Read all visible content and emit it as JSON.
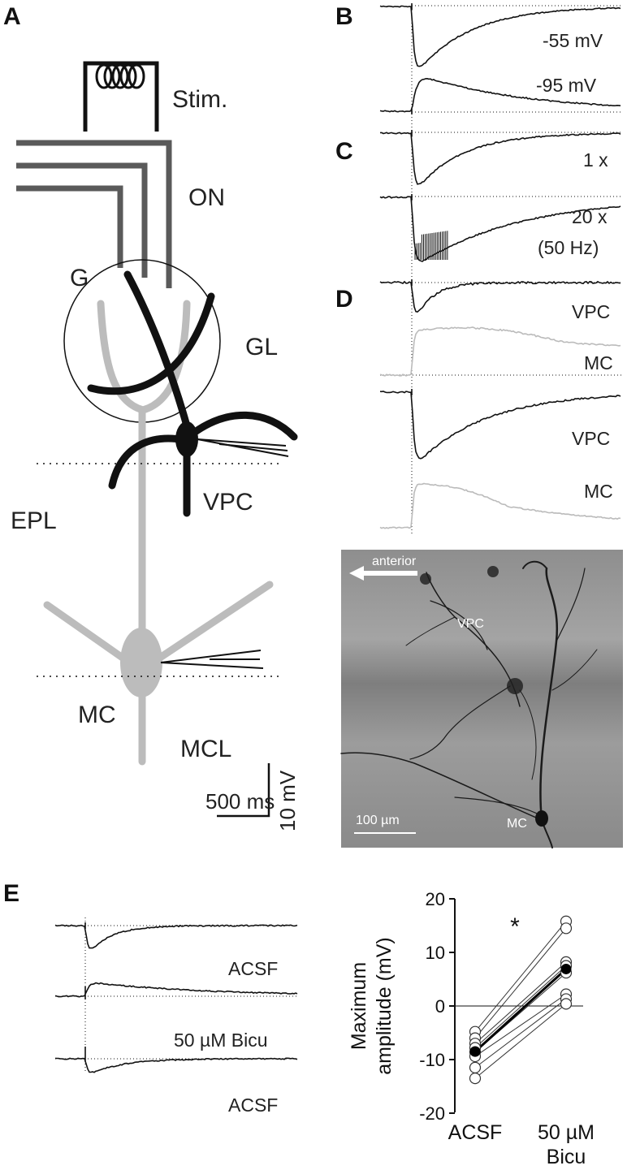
{
  "panels": {
    "a": {
      "letter": "A",
      "labels": {
        "stim": "Stim.",
        "on": "ON",
        "g": "G",
        "gl": "GL",
        "epl": "EPL",
        "vpc": "VPC",
        "mc": "MC",
        "mcl": "MCL"
      },
      "scale_bar": {
        "time": "500 ms",
        "voltage": "10 mV"
      }
    },
    "b": {
      "letter": "B",
      "traces": [
        {
          "label": "-55 mV",
          "color": "#111111",
          "polarity": "hyperpolarizing"
        },
        {
          "label": "-95 mV",
          "color": "#111111",
          "polarity": "depolarizing"
        }
      ]
    },
    "c": {
      "letter": "C",
      "traces": [
        {
          "label": "1 x",
          "color": "#111111"
        },
        {
          "label": "20 x",
          "label2": "(50 Hz)",
          "color": "#111111"
        }
      ]
    },
    "d": {
      "letter": "D",
      "traces": [
        {
          "label": "VPC",
          "color": "#111111"
        },
        {
          "label": "MC",
          "color": "#bbbbbb"
        },
        {
          "label": "VPC",
          "color": "#111111"
        },
        {
          "label": "MC",
          "color": "#bbbbbb"
        }
      ],
      "micrograph": {
        "direction": "anterior",
        "vpc_label": "VPC",
        "mc_label": "MC",
        "scale": "100 µm"
      }
    },
    "e": {
      "letter": "E",
      "traces": [
        {
          "label": "ACSF",
          "color": "#111111"
        },
        {
          "label": "50 µM Bicu",
          "color": "#111111"
        },
        {
          "label": "ACSF",
          "color": "#111111"
        }
      ]
    }
  },
  "chart_data": {
    "type": "scatter",
    "ylabel_line1": "Maximum",
    "ylabel_line2": "amplitude (mV)",
    "ylim": [
      -20,
      20
    ],
    "yticks": [
      -20,
      -10,
      0,
      10,
      20
    ],
    "categories": [
      "ACSF",
      "50 µM Bicu"
    ],
    "category_lines": [
      [
        "ACSF"
      ],
      [
        "50 µM",
        "Bicu"
      ]
    ],
    "significance": "*",
    "reference_line": 0,
    "paired_cells": [
      [
        -4.8,
        15.8
      ],
      [
        -6.0,
        14.5
      ],
      [
        -7.0,
        8.2
      ],
      [
        -7.8,
        7.5
      ],
      [
        -8.6,
        6.2
      ],
      [
        -9.4,
        2.2
      ],
      [
        -11.5,
        1.3
      ],
      [
        -13.5,
        0.4
      ]
    ],
    "mean": [
      -8.5,
      6.9
    ]
  }
}
